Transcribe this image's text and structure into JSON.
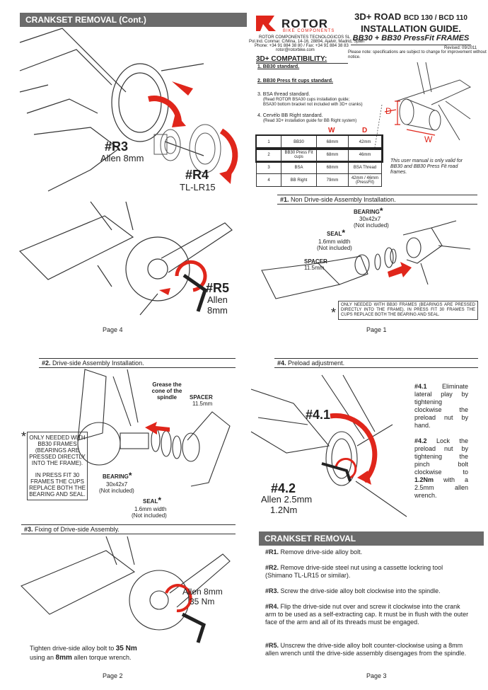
{
  "page4": {
    "banner": "CRANKSET REMOVAL (Cont.)",
    "r3_id": "#R3",
    "r3_tool": "Allen 8mm",
    "r4_id": "#R4",
    "r4_tool": "TL-LR15",
    "r5_id": "#R5",
    "r5_tool1": "Allen",
    "r5_tool2": "8mm",
    "page": "Page 4"
  },
  "page1": {
    "brand": "ROTOR",
    "brand_sub": "BIKE COMPONENTS",
    "company": "ROTOR COMPONENTES TECNOLOGICOS SL",
    "address": "Pol.Ind. Conmar. C/Mina, 14-16, 28894, Ajalvir, Madrid, Spain",
    "phone": "Phone: +34 91 884 38 80 / Fax: +34 91 884 38 83",
    "email": "rotor@rotorbike.com",
    "title_line1_a": "3D+ ROAD",
    "title_line1_b": "BCD 130 / BCD 110",
    "title_line2": "INSTALLATION GUIDE.",
    "subtitle": "BB30 + BB30 PressFit FRAMES",
    "revised": "Revised: 09/2011",
    "disclaimer": "Please note: specifications are subject to change for improvement without notice.",
    "compat_title": "3D+ COMPATIBILITY:",
    "c1": "1. BB30 standard.",
    "c2": "2. BB30 Press fit cups standard.",
    "c3": "3. BSA thread standard.",
    "c3_note1": "(Read ROTOR BSA30 cups installation guide;",
    "c3_note2": "BSA30 bottom bracket not included with 3D+ cranks)",
    "c4": "4. Cervélo BB Right standard.",
    "c4_note": "(Read 3D+ installation guide for BB Right system)",
    "col_w": "W",
    "col_d": "D",
    "dim_d": "D",
    "dim_w": "W",
    "table": [
      {
        "n": "1",
        "std": "BB30",
        "w": "68mm",
        "d": "42mm"
      },
      {
        "n": "2",
        "std": "BB30 Press Fit cups",
        "w": "68mm",
        "d": "46mm"
      },
      {
        "n": "3",
        "std": "BSA",
        "w": "68mm",
        "d": "BSA Thread"
      },
      {
        "n": "4",
        "std": "BB Right",
        "w": "79mm",
        "d": "42mm / 46mm (PressFit)"
      }
    ],
    "manual_note": "This user manual is only valid for BB30 and BB30 Press Fit road frames.",
    "step1_label": "#1.",
    "step1_text": "Non Drive-side Assembly Installation.",
    "bearing": "BEARING",
    "bearing_size": "30x42x7",
    "bearing_incl": "(Not included)",
    "seal": "SEAL",
    "seal_width": "1.6mm width",
    "seal_incl": "(Not included)",
    "spacer": "SPACER",
    "spacer_size": "11.5mm",
    "star": "*",
    "frame_note": "ONLY NEEDED WITH BB30 FRAMES (BEARINGS ARE PRESSED DIRECTLY INTO THE FRAME). IN PRESS FIT 30 FRAMES THE CUPS REPLACE BOTH THE BEARING AND SEAL.",
    "page": "Page 1"
  },
  "page2": {
    "step2_label": "#2.",
    "step2_text": "Drive-side Assembly Installation.",
    "grease": "Grease the cone of the spindle",
    "spacer": "SPACER",
    "spacer_size": "11.5mm",
    "side_note_a": "ONLY NEEDED WITH BB30 FRAMES (BEARINGS ARE PRESSED DIRECTLY INTO THE FRAME).",
    "side_note_b": "IN PRESS FIT 30 FRAMES THE CUPS REPLACE BOTH THE BEARING AND SEAL.",
    "bearing": "BEARING",
    "bearing_size": "30x42x7",
    "bearing_incl": "(Not included)",
    "seal": "SEAL",
    "seal_width": "1.6mm width",
    "seal_incl": "(Not included)",
    "star": "*",
    "step3_label": "#3.",
    "step3_text": "Fixing of Drive-side Assembly.",
    "tool1": "Allen 8mm",
    "tool2": "35 Nm",
    "tighten_a": "Tighten drive-side alloy bolt to",
    "tighten_b": "35 Nm",
    "tighten_c": "using an",
    "tighten_d": "8mm",
    "tighten_e": "allen torque wrench.",
    "page": "Page 2"
  },
  "page3": {
    "step4_label": "#4.",
    "step4_text": "Preload adjustment.",
    "id41": "#4.1",
    "id42": "#4.2",
    "allen": "Allen 2.5mm",
    "torque": "1.2Nm",
    "s41_id": "#4.1",
    "s41_text": "Eliminate lateral play by tightening clockwise the preload nut by hand.",
    "s42_id": "#4.2",
    "s42_text_a": "Lock the preload nut by tightening the pinch bolt clockwise to",
    "s42_text_b": "1.2Nm",
    "s42_text_c": "with a 2.5mm allen wrench.",
    "banner": "CRANKSET REMOVAL",
    "r1_id": "#R1.",
    "r1": "Remove drive-side alloy bolt.",
    "r2_id": "#R2.",
    "r2": "Remove drive-side steel nut using a cassette lockring tool (Shimano TL-LR15 or similar).",
    "r3_id": "#R3.",
    "r3": "Screw the drive-side alloy bolt clockwise into the spindle.",
    "r4_id": "#R4.",
    "r4": "Flip the drive-side nut over and screw it clockwise into the crank arm to be used as a self-extracting cap. It must be in flush with the outer face of the arm and all of its threads must be engaged.",
    "r5_id": "#R5.",
    "r5": "Unscrew the drive-side alloy bolt counter-clockwise using a 8mm allen wrench until the drive-side assembly disengages from the spindle.",
    "page": "Page 3"
  },
  "colors": {
    "accent": "#e0261b",
    "banner": "#6b6b6b"
  }
}
